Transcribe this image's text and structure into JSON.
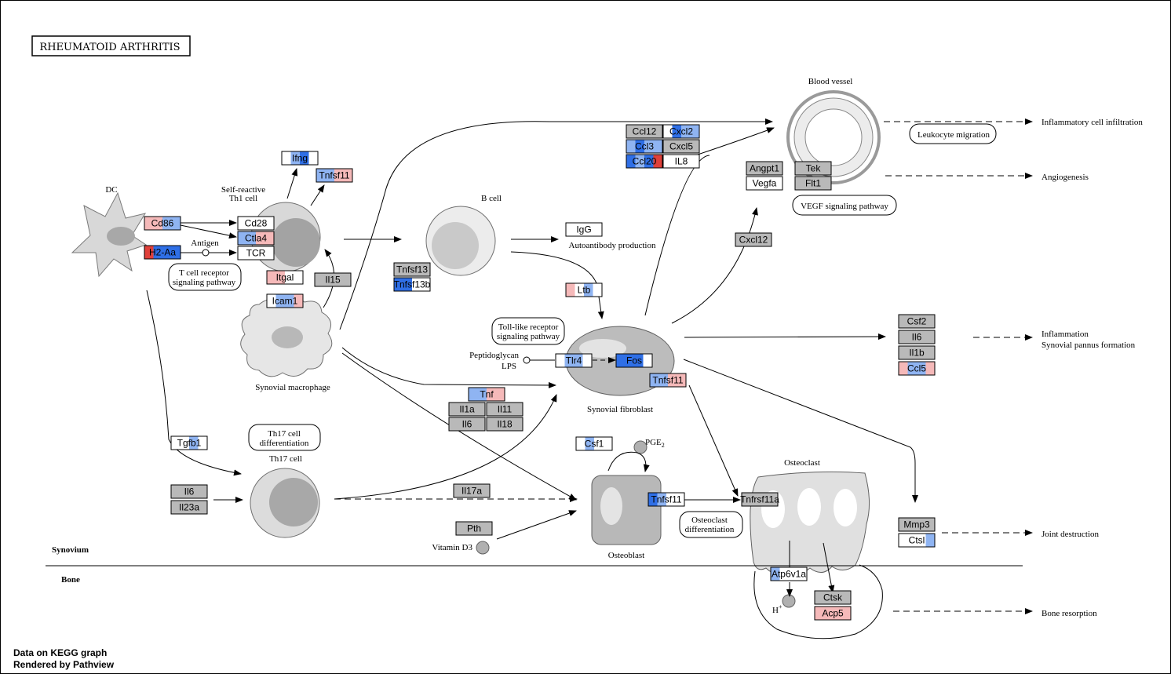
{
  "title": "RHEUMATOID  ARTHRITIS",
  "footer": {
    "line1": "Data on KEGG graph",
    "line2": "Rendered by Pathview"
  },
  "colors": {
    "up": "#f5b9b9",
    "up_strong": "#e0403a",
    "down": "#8fb4f2",
    "down_strong": "#2f6fe6",
    "none": "#ffffff",
    "absent": "#b9b9b9"
  },
  "labels": {
    "dc": "DC",
    "th1": "Self-reactive",
    "th1b": "Th1 cell",
    "bcell": "B cell",
    "antigen": "Antigen",
    "tcr_path1": "T cell receptor",
    "tcr_path2": "signaling pathway",
    "macrophage": "Synovial macrophage",
    "th17diff1": "Th17 cell",
    "th17diff2": "differentiation",
    "th17": "Th17 cell",
    "autoab": "Autoantibody production",
    "tlr_path1": "Toll-like receptor",
    "tlr_path2": "signaling pathway",
    "peptido": "Peptidoglycan",
    "lps": "LPS",
    "fibroblast": "Synovial fibroblast",
    "pge": "PGE",
    "pge_sub": "2",
    "vitd": "Vitamin D3",
    "osteoblast": "Osteoblast",
    "osteoclast": "Osteoclast",
    "oc_diff1": "Osteoclast",
    "oc_diff2": "differentiation",
    "blood": "Blood vessel",
    "leuko": "Leukocyte migration",
    "vegf": "VEGF signaling pathway",
    "infl_infil": "Inflammatory cell infiltration",
    "angio": "Angiogenesis",
    "infl": "Inflammation",
    "pannus": "Synovial pannus formation",
    "joint": "Joint destruction",
    "bone_res": "Bone resorption",
    "synovium": "Synovium",
    "bone": "Bone",
    "hplus": "H",
    "hplus_sup": "+"
  },
  "genes": [
    {
      "id": "Ifng",
      "label": "Ifng",
      "fill": [
        "none",
        "down",
        "down_strong",
        "none"
      ]
    },
    {
      "id": "Tnfsf11a",
      "label": "Tnfsf11",
      "fill": [
        "down",
        "down",
        "up",
        "up"
      ]
    },
    {
      "id": "Cd86",
      "label": "Cd86",
      "fill": [
        "up",
        "up",
        "down",
        "down"
      ]
    },
    {
      "id": "H2Aa",
      "label": "H2-Aa",
      "fill": [
        "up_strong",
        "down_strong",
        "down_strong",
        "down_strong"
      ]
    },
    {
      "id": "Cd28",
      "label": "Cd28",
      "fill": [
        "none",
        "none",
        "none",
        "none"
      ]
    },
    {
      "id": "Ctla4",
      "label": "Ctla4",
      "fill": [
        "down",
        "down",
        "up",
        "up"
      ]
    },
    {
      "id": "TCR",
      "label": "TCR",
      "fill": [
        "none",
        "none",
        "none",
        "none"
      ]
    },
    {
      "id": "Itgal",
      "label": "Itgal",
      "fill": [
        "up",
        "up",
        "none",
        "none"
      ]
    },
    {
      "id": "Il15",
      "label": "Il15",
      "fill": [
        "absent",
        "absent",
        "absent",
        "absent"
      ]
    },
    {
      "id": "Icam1",
      "label": "Icam1",
      "fill": [
        "none",
        "down",
        "down",
        "up"
      ]
    },
    {
      "id": "IgG",
      "label": "IgG",
      "fill": [
        "none",
        "none",
        "none",
        "none"
      ]
    },
    {
      "id": "Tnfsf13",
      "label": "Tnfsf13",
      "fill": [
        "absent",
        "absent",
        "absent",
        "absent"
      ]
    },
    {
      "id": "Tnfsf13b",
      "label": "Tnfsf13b",
      "fill": [
        "down_strong",
        "down_strong",
        "none",
        "none"
      ]
    },
    {
      "id": "Ltb",
      "label": "Ltb",
      "fill": [
        "up",
        "none",
        "down",
        "none"
      ]
    },
    {
      "id": "Ccl12",
      "label": "Ccl12",
      "fill": [
        "absent",
        "absent",
        "absent",
        "absent"
      ]
    },
    {
      "id": "Cxcl2",
      "label": "Cxcl2",
      "fill": [
        "none",
        "down_strong",
        "down",
        "down"
      ]
    },
    {
      "id": "Ccl3",
      "label": "Ccl3",
      "fill": [
        "down",
        "down_strong",
        "down",
        "down"
      ]
    },
    {
      "id": "Cxcl5",
      "label": "Cxcl5",
      "fill": [
        "absent",
        "absent",
        "absent",
        "absent"
      ]
    },
    {
      "id": "Ccl20",
      "label": "Ccl20",
      "fill": [
        "down_strong",
        "down",
        "down_strong",
        "up_strong"
      ]
    },
    {
      "id": "IL8",
      "label": "IL8",
      "fill": [
        "none",
        "none",
        "none",
        "none"
      ]
    },
    {
      "id": "Angpt1",
      "label": "Angpt1",
      "fill": [
        "absent",
        "absent",
        "absent",
        "absent"
      ]
    },
    {
      "id": "Tek",
      "label": "Tek",
      "fill": [
        "absent",
        "absent",
        "absent",
        "absent"
      ]
    },
    {
      "id": "Vegfa",
      "label": "Vegfa",
      "fill": [
        "none",
        "none",
        "none",
        "none"
      ]
    },
    {
      "id": "Flt1",
      "label": "Flt1",
      "fill": [
        "absent",
        "absent",
        "absent",
        "absent"
      ]
    },
    {
      "id": "Cxcl12",
      "label": "Cxcl12",
      "fill": [
        "absent",
        "absent",
        "absent",
        "absent"
      ]
    },
    {
      "id": "Tlr4",
      "label": "Tlr4",
      "fill": [
        "none",
        "down",
        "down",
        "none"
      ]
    },
    {
      "id": "Fos",
      "label": "Fos",
      "fill": [
        "down_strong",
        "down_strong",
        "down_strong",
        "none"
      ]
    },
    {
      "id": "Tnfsf11b",
      "label": "Tnfsf11",
      "fill": [
        "down",
        "down",
        "up",
        "up"
      ]
    },
    {
      "id": "Tnf",
      "label": "Tnf",
      "fill": [
        "down",
        "down",
        "up",
        "up"
      ]
    },
    {
      "id": "Il1a",
      "label": "Il1a",
      "fill": [
        "absent",
        "absent",
        "absent",
        "absent"
      ]
    },
    {
      "id": "Il11",
      "label": "Il11",
      "fill": [
        "absent",
        "absent",
        "absent",
        "absent"
      ]
    },
    {
      "id": "Il6a",
      "label": "Il6",
      "fill": [
        "absent",
        "absent",
        "absent",
        "absent"
      ]
    },
    {
      "id": "Il18",
      "label": "Il18",
      "fill": [
        "absent",
        "absent",
        "absent",
        "absent"
      ]
    },
    {
      "id": "Csf2",
      "label": "Csf2",
      "fill": [
        "absent",
        "absent",
        "absent",
        "absent"
      ]
    },
    {
      "id": "Il6b",
      "label": "Il6",
      "fill": [
        "absent",
        "absent",
        "absent",
        "absent"
      ]
    },
    {
      "id": "Il1b",
      "label": "Il1b",
      "fill": [
        "absent",
        "absent",
        "absent",
        "absent"
      ]
    },
    {
      "id": "Ccl5",
      "label": "Ccl5",
      "fill": [
        "up",
        "down",
        "down",
        "up"
      ]
    },
    {
      "id": "Tgfb1",
      "label": "Tgfb1",
      "fill": [
        "none",
        "none",
        "down",
        "none"
      ]
    },
    {
      "id": "Il6c",
      "label": "Il6",
      "fill": [
        "absent",
        "absent",
        "absent",
        "absent"
      ]
    },
    {
      "id": "Il23a",
      "label": "Il23a",
      "fill": [
        "absent",
        "absent",
        "absent",
        "absent"
      ]
    },
    {
      "id": "Csf1",
      "label": "Csf1",
      "fill": [
        "none",
        "down",
        "none",
        "none"
      ]
    },
    {
      "id": "Il17a",
      "label": "Il17a",
      "fill": [
        "absent",
        "absent",
        "absent",
        "absent"
      ]
    },
    {
      "id": "Pth",
      "label": "Pth",
      "fill": [
        "absent",
        "absent",
        "absent",
        "absent"
      ]
    },
    {
      "id": "Tnfsf11c",
      "label": "Tnfsf11",
      "fill": [
        "down_strong",
        "down",
        "none",
        "none"
      ]
    },
    {
      "id": "Tnfrsf11a",
      "label": "Tnfrsf11a",
      "fill": [
        "absent",
        "absent",
        "absent",
        "absent"
      ]
    },
    {
      "id": "Mmp3",
      "label": "Mmp3",
      "fill": [
        "absent",
        "absent",
        "absent",
        "absent"
      ]
    },
    {
      "id": "Ctsl",
      "label": "Ctsl",
      "fill": [
        "none",
        "none",
        "none",
        "down"
      ]
    },
    {
      "id": "Atp6v1a",
      "label": "Atp6v1a",
      "fill": [
        "down",
        "none",
        "none",
        "none"
      ]
    },
    {
      "id": "Ctsk",
      "label": "Ctsk",
      "fill": [
        "absent",
        "absent",
        "absent",
        "absent"
      ]
    },
    {
      "id": "Acp5",
      "label": "Acp5",
      "fill": [
        "up",
        "up",
        "up",
        "up"
      ]
    }
  ]
}
